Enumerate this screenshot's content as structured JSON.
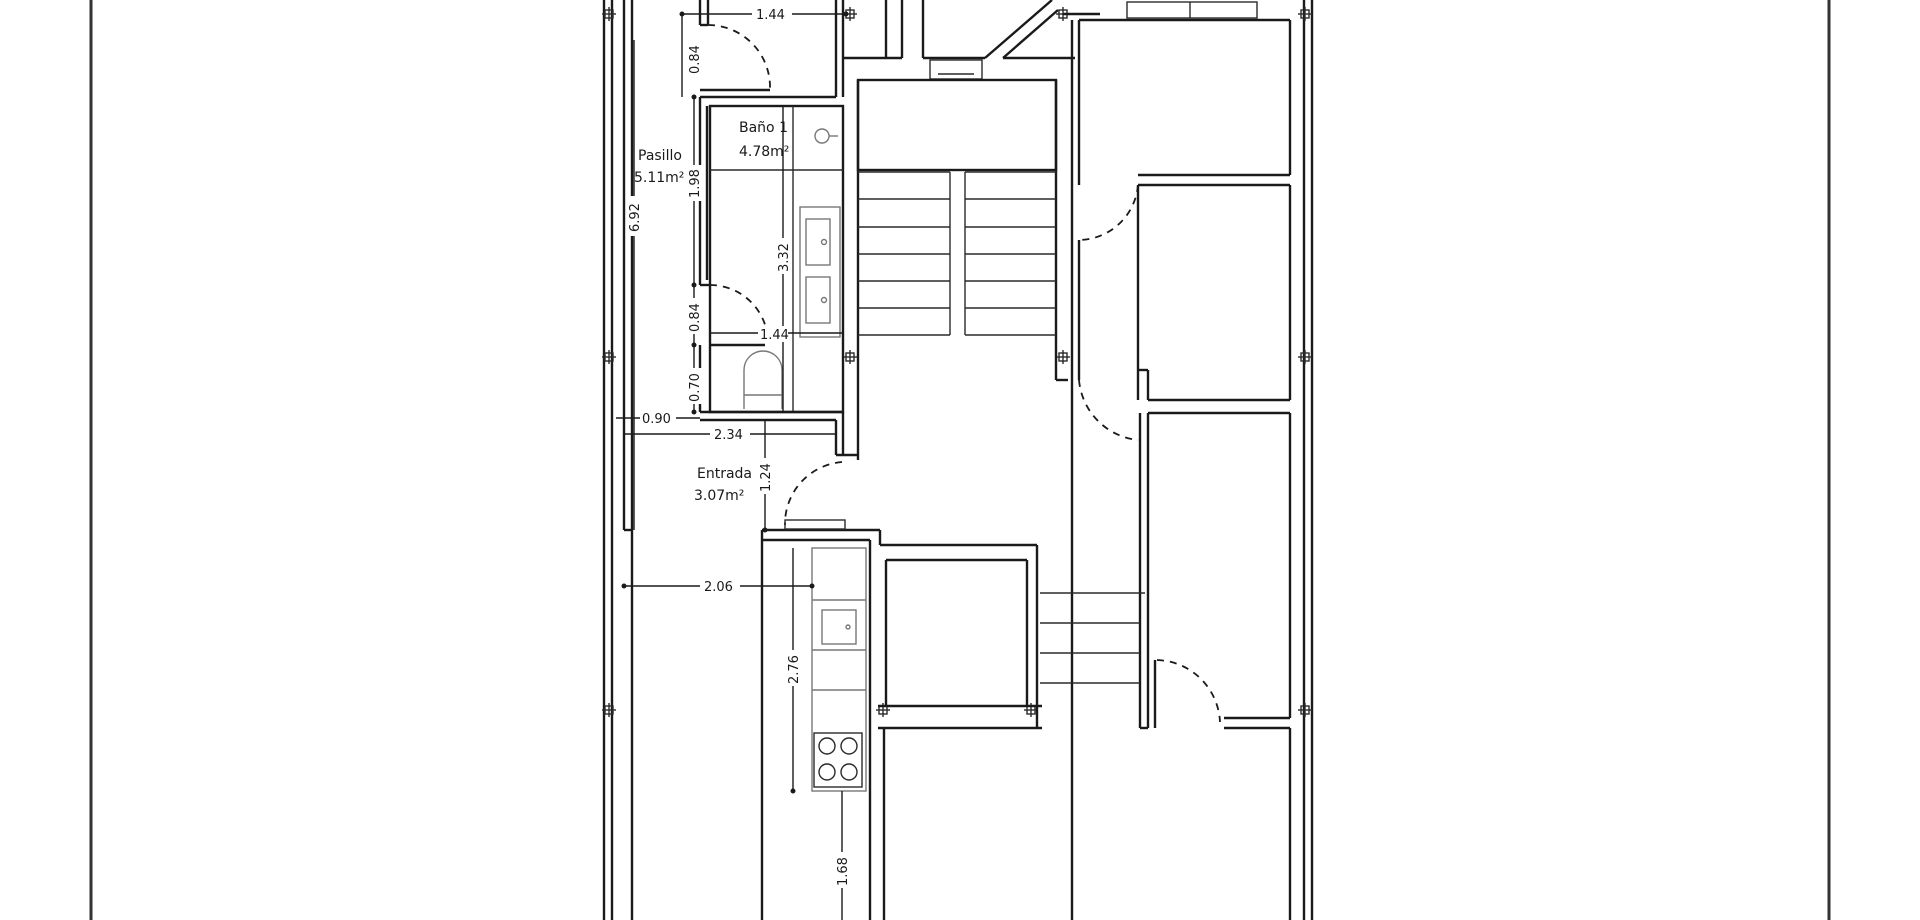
{
  "drawing": {
    "type": "floor-plan",
    "colors": {
      "line": "#1a1a1a",
      "background": "#ffffff",
      "frame": "#333333"
    }
  },
  "rooms": [
    {
      "id": "bano1",
      "name": "Baño 1",
      "area": "4.78m²"
    },
    {
      "id": "pasillo",
      "name": "Pasillo",
      "area": "5.11m²"
    },
    {
      "id": "entrada",
      "name": "Entrada",
      "area": "3.07m²"
    }
  ],
  "dimensions": {
    "top_width": "1.44",
    "top_door_height": "0.84",
    "pasillo_height": "1.98",
    "total_height": "6.92",
    "bath_length": "3.32",
    "lower_door_height": "0.84",
    "lower_width": "1.44",
    "wc_height": "0.70",
    "wall_offset": "0.90",
    "entrada_width": "2.34",
    "entrada_height": "1.24",
    "living_width": "2.06",
    "kitchen_length": "2.76",
    "lower_passage": "1.68"
  },
  "icons": {
    "column_marker": "column-grid-marker-icon",
    "door_swing": "door-swing-icon",
    "sink": "sink-icon",
    "toilet": "toilet-icon",
    "washbasin": "washbasin-icon",
    "stove": "stove-hob-icon",
    "stairs": "stairs-icon"
  }
}
